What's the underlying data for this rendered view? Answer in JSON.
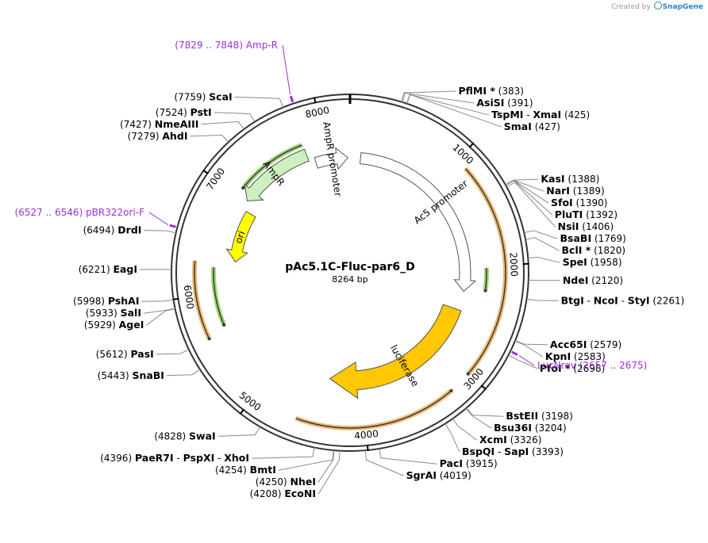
{
  "branding": {
    "prefix": "Created by",
    "name": "SnapGene"
  },
  "plasmid": {
    "name": "pAc5.1C-Fluc-par6_D",
    "size_label": "8264 bp",
    "length": 8264
  },
  "ticks": [
    {
      "pos": 1000,
      "label": "1000"
    },
    {
      "pos": 2000,
      "label": "2000"
    },
    {
      "pos": 3000,
      "label": "3000"
    },
    {
      "pos": 4000,
      "label": "4000"
    },
    {
      "pos": 5000,
      "label": "5000"
    },
    {
      "pos": 6000,
      "label": "6000"
    },
    {
      "pos": 7000,
      "label": "7000"
    },
    {
      "pos": 8000,
      "label": "8000"
    }
  ],
  "right_sites": [
    {
      "positions": [
        "383"
      ],
      "names": [
        "PflMI *"
      ],
      "pos": 383
    },
    {
      "positions": [
        "391"
      ],
      "names": [
        "AsiSI"
      ],
      "pos": 391
    },
    {
      "positions": [
        "425"
      ],
      "names": [
        "TspMI",
        "XmaI"
      ],
      "pos": 425
    },
    {
      "positions": [
        "427"
      ],
      "names": [
        "SmaI"
      ],
      "pos": 427
    },
    {
      "positions": [
        "1388"
      ],
      "names": [
        "KasI"
      ],
      "pos": 1388
    },
    {
      "positions": [
        "1389"
      ],
      "names": [
        "NarI"
      ],
      "pos": 1389
    },
    {
      "positions": [
        "1390"
      ],
      "names": [
        "SfoI"
      ],
      "pos": 1390
    },
    {
      "positions": [
        "1392"
      ],
      "names": [
        "PluTI"
      ],
      "pos": 1392
    },
    {
      "positions": [
        "1406"
      ],
      "names": [
        "NsiI"
      ],
      "pos": 1406
    },
    {
      "positions": [
        "1769"
      ],
      "names": [
        "BsaBI"
      ],
      "pos": 1769
    },
    {
      "positions": [
        "1820"
      ],
      "names": [
        "BclI *"
      ],
      "pos": 1820
    },
    {
      "positions": [
        "1958"
      ],
      "names": [
        "SpeI"
      ],
      "pos": 1958
    },
    {
      "positions": [
        "2120"
      ],
      "names": [
        "NdeI"
      ],
      "pos": 2120
    },
    {
      "positions": [
        "2261"
      ],
      "names": [
        "BtgI",
        "NcoI",
        "StyI"
      ],
      "pos": 2261
    },
    {
      "positions": [
        "2579"
      ],
      "names": [
        "Acc65I"
      ],
      "pos": 2579
    },
    {
      "positions": [
        "2583"
      ],
      "names": [
        "KpnI"
      ],
      "pos": 2583
    },
    {
      "positions": [
        "2698"
      ],
      "names": [
        "PfoI *"
      ],
      "pos": 2698
    },
    {
      "positions": [
        "3198"
      ],
      "names": [
        "BstEII"
      ],
      "pos": 3198
    },
    {
      "positions": [
        "3204"
      ],
      "names": [
        "Bsu36I"
      ],
      "pos": 3204
    },
    {
      "positions": [
        "3326"
      ],
      "names": [
        "XcmI"
      ],
      "pos": 3326
    },
    {
      "positions": [
        "3393"
      ],
      "names": [
        "BspQI",
        "SapI"
      ],
      "pos": 3393
    },
    {
      "positions": [
        "3915"
      ],
      "names": [
        "PacI"
      ],
      "pos": 3915
    },
    {
      "positions": [
        "4019"
      ],
      "names": [
        "SgrAI"
      ],
      "pos": 4019
    }
  ],
  "left_sites": [
    {
      "positions": [
        "4208"
      ],
      "names": [
        "EcoNI"
      ],
      "pos": 4208
    },
    {
      "positions": [
        "4250"
      ],
      "names": [
        "NheI"
      ],
      "pos": 4250
    },
    {
      "positions": [
        "4254"
      ],
      "names": [
        "BmtI"
      ],
      "pos": 4254
    },
    {
      "positions": [
        "4396"
      ],
      "names": [
        "PaeR7I",
        "PspXI",
        "XhoI"
      ],
      "pos": 4396
    },
    {
      "positions": [
        "4828"
      ],
      "names": [
        "SwaI"
      ],
      "pos": 4828
    },
    {
      "positions": [
        "5443"
      ],
      "names": [
        "SnaBI"
      ],
      "pos": 5443
    },
    {
      "positions": [
        "5612"
      ],
      "names": [
        "PasI"
      ],
      "pos": 5612
    },
    {
      "positions": [
        "5929"
      ],
      "names": [
        "AgeI"
      ],
      "pos": 5929
    },
    {
      "positions": [
        "5933"
      ],
      "names": [
        "SalI"
      ],
      "pos": 5933
    },
    {
      "positions": [
        "5998"
      ],
      "names": [
        "PshAI"
      ],
      "pos": 5998
    },
    {
      "positions": [
        "6221"
      ],
      "names": [
        "EagI"
      ],
      "pos": 6221
    },
    {
      "positions": [
        "6494"
      ],
      "names": [
        "DrdI"
      ],
      "pos": 6494
    },
    {
      "positions": [
        "7279"
      ],
      "names": [
        "AhdI"
      ],
      "pos": 7279
    },
    {
      "positions": [
        "7427"
      ],
      "names": [
        "NmeAIII"
      ],
      "pos": 7427
    },
    {
      "positions": [
        "7524"
      ],
      "names": [
        "PstI"
      ],
      "pos": 7524
    },
    {
      "positions": [
        "7759"
      ],
      "names": [
        "ScaI"
      ],
      "pos": 7759
    }
  ],
  "primers": [
    {
      "label": "LucNrev",
      "range": "(2657 .. 2675)",
      "start": 2657,
      "end": 2675,
      "side": "right"
    },
    {
      "label": "pBR322ori-F",
      "range": "(6527 .. 6546)",
      "start": 6527,
      "end": 6546,
      "side": "left"
    },
    {
      "label": "Amp-R",
      "range": "(7829 .. 7848)",
      "start": 7829,
      "end": 7848,
      "side": "left"
    }
  ],
  "features": [
    {
      "name": "AmpR promoter",
      "label": "AmpR promoter",
      "start": 7870,
      "end": 8240,
      "dir": 1,
      "color": "#ffffff"
    },
    {
      "name": "Ac5 promoter",
      "label": "Ac5 promoter",
      "start": 120,
      "end": 2280,
      "dir": 1,
      "color": "#ffffff"
    },
    {
      "name": "luciferase",
      "label": "luciferase",
      "start": 2500,
      "end": 4380,
      "dir": 1,
      "color": "#ffc800"
    },
    {
      "name": "AmpR",
      "label": "AmpR",
      "start": 7000,
      "end": 7800,
      "dir": -1,
      "color": "#ccf0c0"
    },
    {
      "name": "ori",
      "label": "ori",
      "start": 6320,
      "end": 6900,
      "dir": -1,
      "color": "#ffff00"
    }
  ],
  "orf_arcs": [
    {
      "start": 1100,
      "end": 3000,
      "dir": 1,
      "ring": 1,
      "color": "#e8a94c"
    },
    {
      "start": 3200,
      "end": 4600,
      "dir": -1,
      "ring": 1,
      "color": "#e8a94c"
    },
    {
      "start": 2020,
      "end": 2240,
      "dir": 1,
      "ring": 0,
      "color": "#88cc55"
    },
    {
      "start": 7080,
      "end": 7790,
      "dir": -1,
      "ring": 0,
      "color": "#88cc55"
    },
    {
      "start": 5680,
      "end": 6250,
      "dir": -1,
      "ring": 0,
      "color": "#88cc55"
    },
    {
      "start": 5620,
      "end": 6300,
      "dir": -1,
      "ring": 1,
      "color": "#e8a94c"
    }
  ]
}
